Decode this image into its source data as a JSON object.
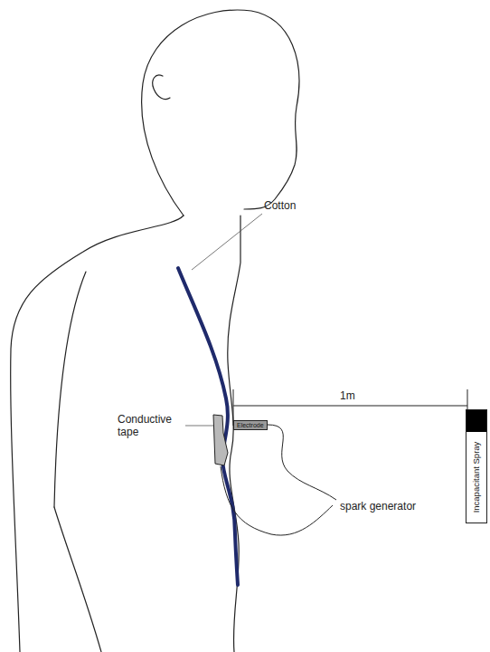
{
  "diagram": {
    "nodes": [
      {
        "text": [
          "Electrode"
        ]
      },
      {
        "text": [
          "Incapacitant Spray"
        ]
      }
    ],
    "labels": [
      "Cotton",
      "Conductive tape",
      "1m",
      "spark generator"
    ]
  }
}
